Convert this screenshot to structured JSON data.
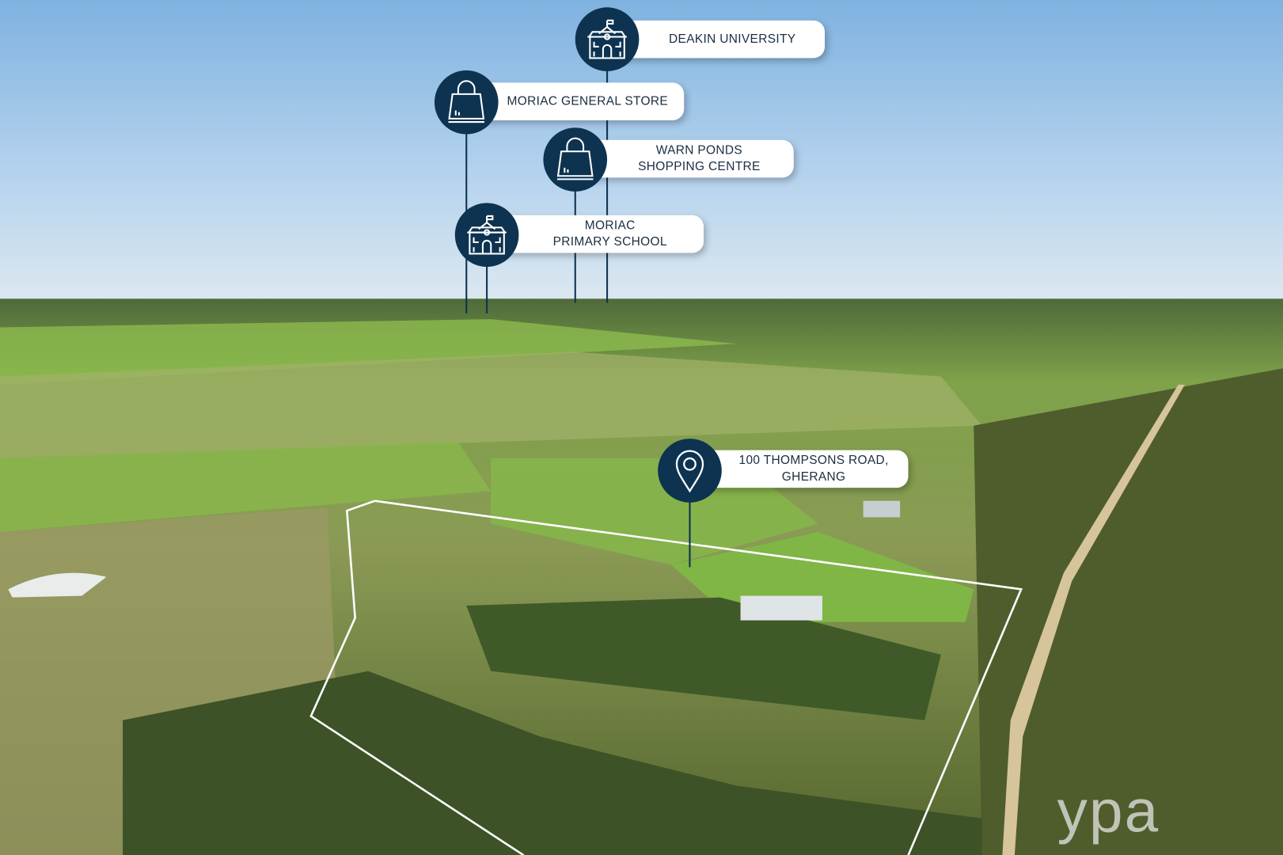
{
  "labels": {
    "deakin": "DEAKIN UNIVERSITY",
    "general_store": "MORIAC GENERAL STORE",
    "warn_ponds": "WARN PONDS\nSHOPPING CENTRE",
    "primary_school": "MORIAC\nPRIMARY SCHOOL",
    "property": "100 THOMPSONS ROAD,\nGHERANG"
  },
  "icons": {
    "deakin": "school-icon",
    "general_store": "shopping-bag-icon",
    "warn_ponds": "shopping-bag-icon",
    "primary_school": "school-icon",
    "property": "map-pin-icon"
  },
  "brand": {
    "logo": "ypa"
  },
  "colors": {
    "marker": "#0d3350",
    "label_bg": "#ffffff",
    "boundary": "#ffffff"
  }
}
